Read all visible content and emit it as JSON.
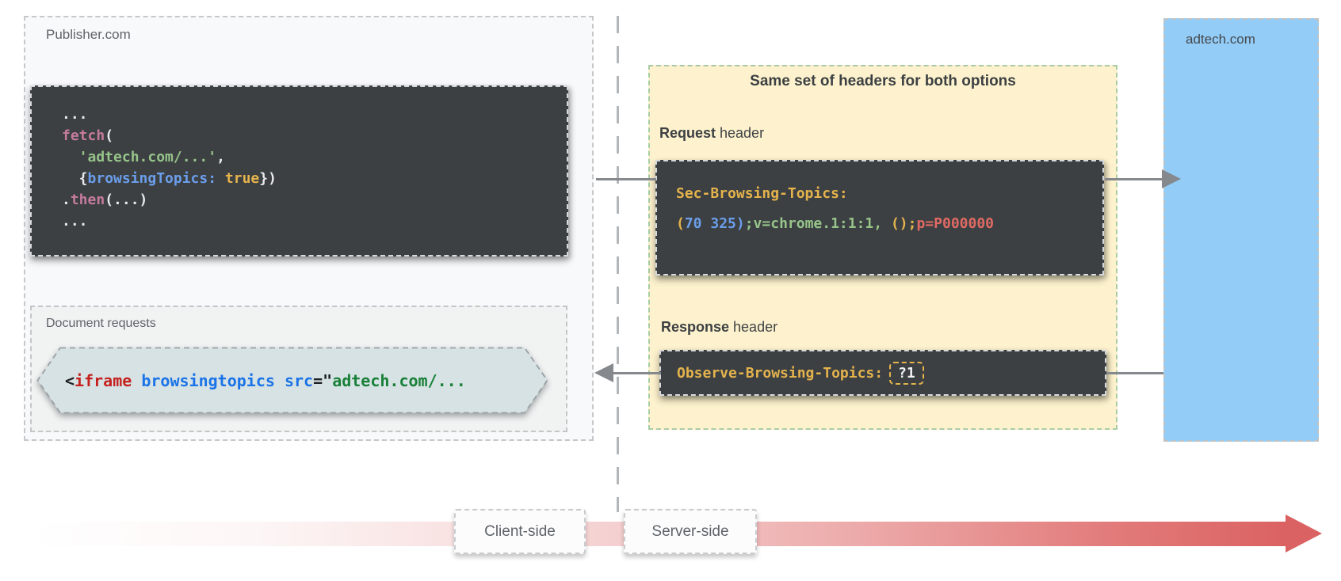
{
  "publisher": {
    "label": "Publisher.com",
    "fetch_code": {
      "line1": "...",
      "line2_fetch": "fetch",
      "line2_paren": "(",
      "line3_string": "  'adtech.com/...'",
      "line3_comma": ",",
      "line4_brace": "  {",
      "line4_prop": "browsingTopics:",
      "line4_value": " true",
      "line4_close": "})",
      "line5_dot": ".",
      "line5_then": "then",
      "line5_rest": "(...)",
      "line6": "..."
    },
    "document_requests": {
      "label": "Document requests",
      "tag_open": "<",
      "tag_name": "iframe",
      "attr_topics": " browsingtopics",
      "attr_src": " src",
      "equals": "=\"",
      "value": "adtech.com/..."
    }
  },
  "headers_panel": {
    "title": "Same set of headers for both options",
    "request": {
      "label_bold": "Request",
      "label_rest": " header",
      "name": "Sec-Browsing-Topics:",
      "v_open": "(",
      "v_nums": "70 325",
      "v_close": ")",
      "v_version": ";v=chrome.1:1:1,",
      "v_parens": " ()",
      "v_semi": ";",
      "v_pvalue": "p=P000000"
    },
    "response": {
      "label_bold": "Response",
      "label_rest": " header",
      "name": "Observe-Browsing-Topics:",
      "value": "?1"
    }
  },
  "adtech": {
    "label": "adtech.com"
  },
  "timeline": {
    "client": "Client-side",
    "server": "Server-side"
  },
  "colors": {
    "code_block_bg": "#3c4043",
    "publisher_bg": "#f8f9fa",
    "document_requests_bg": "#f1f3f3",
    "iframe_tag_bg": "#d6e2e3",
    "headers_panel_bg": "#fdf2cd",
    "headers_panel_border": "#a8cda4",
    "adtech_bg": "#92ccf7",
    "token_pink": "#c57b9c",
    "token_green": "#97c489",
    "token_blue": "#6b9eea",
    "token_yellow": "#e5b34c",
    "token_red": "#e06a63",
    "html_tag_red": "#c5221f",
    "html_attr_blue": "#1a73e8",
    "html_value_green": "#188038",
    "arrow_gray": "#85898d",
    "timeline_red": "#db6262"
  }
}
